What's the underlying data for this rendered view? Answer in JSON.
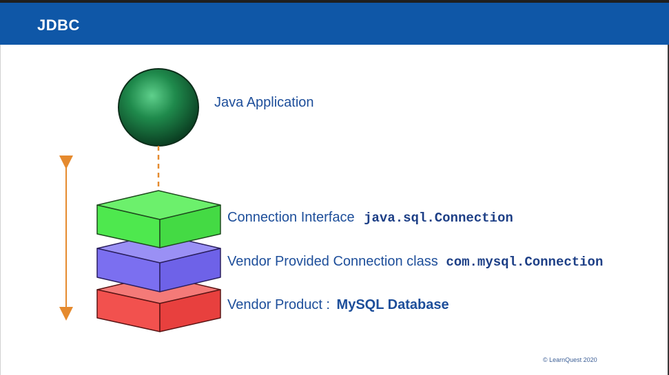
{
  "slide": {
    "title": "JDBC"
  },
  "labels": {
    "java_application": "Java Application",
    "connection_interface": "Connection Interface",
    "connection_interface_code": "java.sql.Connection",
    "vendor_class": "Vendor Provided Connection class",
    "vendor_class_code": "com.mysql.Connection",
    "vendor_product": "Vendor Product :",
    "vendor_product_name": "MySQL Database"
  },
  "footer": {
    "copyright": "© LearnQuest 2020"
  },
  "colors": {
    "header": "#0f57a7",
    "sphere": "#1f8a4c",
    "green_layer": "#4ee84e",
    "blue_layer": "#7b6ff0",
    "red_layer": "#f2514e",
    "arrow": "#e58a2e",
    "label": "#1d4e9a"
  }
}
